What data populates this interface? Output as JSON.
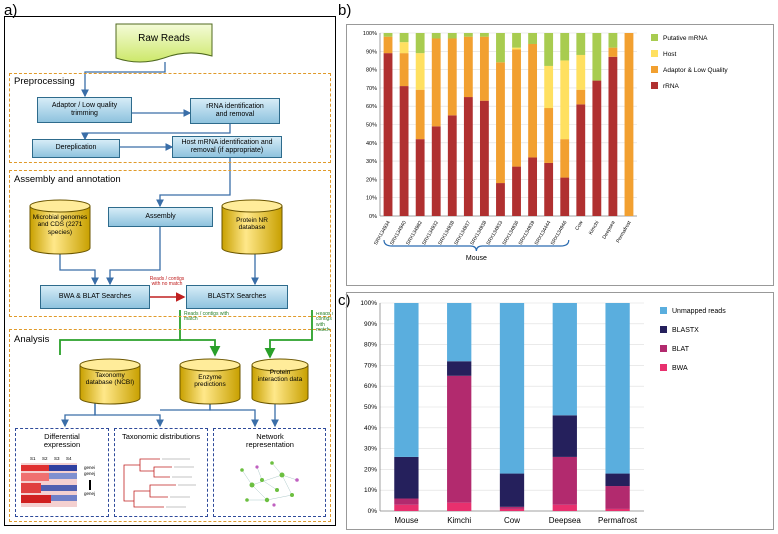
{
  "panel_a": {
    "letter": "a)",
    "raw_reads": "Raw Reads",
    "preprocessing": {
      "title": "Preprocessing",
      "adaptor": "Adaptor / Low quality trimming",
      "rrna": "rRNA identification and removal",
      "dereplication": "Dereplication",
      "host": "Host mRNA identification and removal (if appropriate)"
    },
    "assembly": {
      "title": "Assembly and annotation",
      "microbial": "Microbial genomes and CDS (2271 species)",
      "assembly_box": "Assembly",
      "protein_nr": "Protein NR database",
      "bwa_blat": "BWA & BLAT Searches",
      "blastx": "BLASTX Searches",
      "reads_contigs_nomatch": "Reads / contigs with no match"
    },
    "analysis": {
      "title": "Analysis",
      "reads_with_match_1": "Reads / contigs with match",
      "reads_with_match_2": "Reads / contigs with match",
      "taxonomy_db": "Taxonomy database (NCBI)",
      "enzyme": "Enzyme predictions",
      "protein_interaction": "Protein interaction data",
      "differential": "Differential expression",
      "taxonomic": "Taxonomic distributions",
      "network": "Network representation",
      "s_labels": [
        "S1",
        "S2",
        "S3",
        "S4"
      ],
      "gene_labels": [
        "genei",
        "genej",
        "genej"
      ]
    }
  },
  "chart_data": [
    {
      "panel": "b)",
      "type": "bar",
      "stacked": true,
      "categories": [
        "SRX134934",
        "SRX134940",
        "SRX134982",
        "SRX134932",
        "SRX134938",
        "SRX134937",
        "SRX134938",
        "SRX134933",
        "SRX134936",
        "SRX134939",
        "SRX134444",
        "SRX134946",
        "Cow",
        "Kimchi",
        "Deepsea",
        "Permafrost"
      ],
      "group_label": "Mouse",
      "yticks": [
        "0%",
        "10%",
        "20%",
        "30%",
        "40%",
        "50%",
        "60%",
        "70%",
        "80%",
        "90%",
        "100%"
      ],
      "ylim": [
        0,
        100
      ],
      "series": [
        {
          "name": "rRNA",
          "color": "#b03030",
          "values": [
            89,
            71,
            42,
            49,
            55,
            65,
            63,
            18,
            27,
            32,
            29,
            21,
            61,
            74,
            87,
            0
          ]
        },
        {
          "name": "Adaptor & Low Quality",
          "color": "#f2a030",
          "values": [
            9,
            18,
            27,
            48,
            42,
            33,
            35,
            66,
            64,
            62,
            30,
            21,
            8,
            0,
            5,
            100
          ]
        },
        {
          "name": "Host",
          "color": "#ffe060",
          "values": [
            0,
            6,
            20,
            0,
            0,
            0,
            0,
            0,
            1,
            0,
            23,
            43,
            19,
            0,
            0,
            0
          ]
        },
        {
          "name": "Putative mRNA",
          "color": "#a8cc50",
          "values": [
            2,
            5,
            11,
            3,
            3,
            2,
            2,
            16,
            8,
            6,
            18,
            15,
            12,
            26,
            8,
            0
          ]
        }
      ],
      "legend_order": [
        "Putative mRNA",
        "Host",
        "Adaptor & Low Quality",
        "rRNA"
      ],
      "legend_position": "right"
    },
    {
      "panel": "c)",
      "type": "bar",
      "stacked": true,
      "categories": [
        "Mouse",
        "Kimchi",
        "Cow",
        "Deepsea",
        "Permafrost"
      ],
      "yticks": [
        "0%",
        "10%",
        "20%",
        "30%",
        "40%",
        "50%",
        "60%",
        "70%",
        "80%",
        "90%",
        "100%"
      ],
      "ylim": [
        0,
        100
      ],
      "series": [
        {
          "name": "BWA",
          "color": "#e8306e",
          "values": [
            3,
            4,
            1,
            3,
            1
          ]
        },
        {
          "name": "BLAT",
          "color": "#b22a6e",
          "values": [
            3,
            61,
            1,
            23,
            11
          ]
        },
        {
          "name": "BLASTX",
          "color": "#25205c",
          "values": [
            20,
            7,
            16,
            20,
            6
          ]
        },
        {
          "name": "Unmapped reads",
          "color": "#5aaede",
          "values": [
            74,
            28,
            82,
            54,
            82
          ]
        }
      ],
      "legend_order": [
        "Unmapped reads",
        "BLASTX",
        "BLAT",
        "BWA"
      ],
      "legend_position": "right"
    }
  ]
}
